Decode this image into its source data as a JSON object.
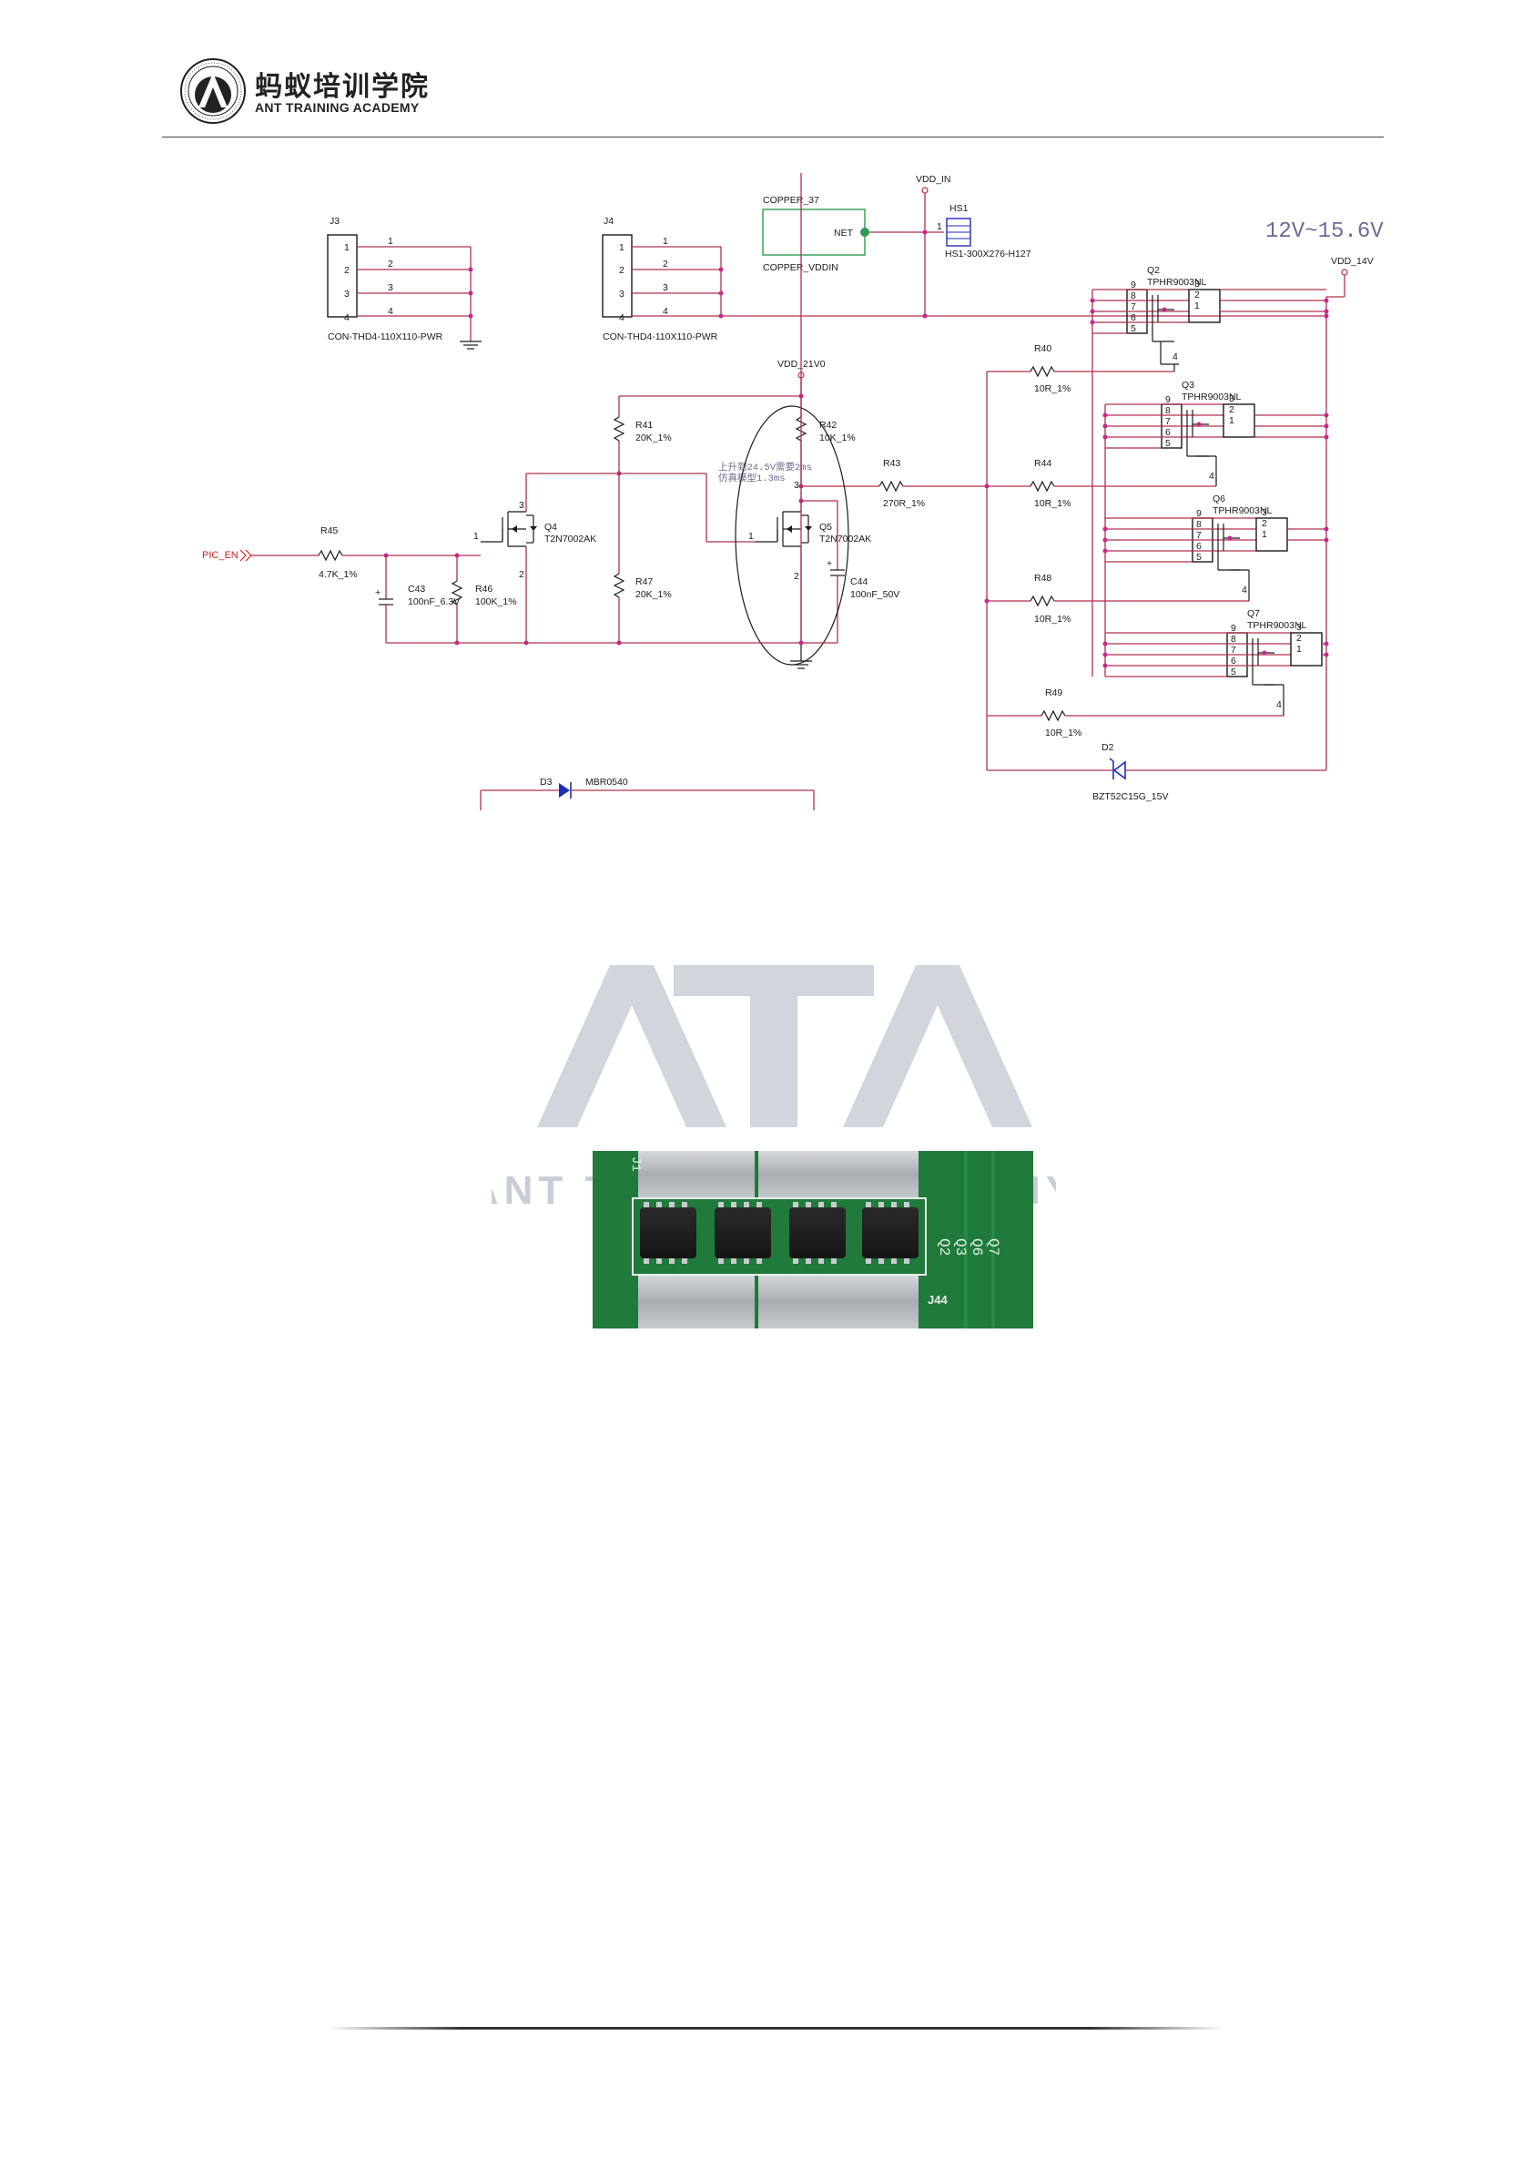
{
  "header": {
    "brand_cn": "蚂蚁培训学院",
    "brand_en": "ANT TRAINING ACADEMY"
  },
  "schematic": {
    "voltage_range": "12V~15.6V",
    "nets": {
      "vdd_in": "VDD_IN",
      "vdd_14v": "VDD_14V",
      "vdd_21v0": "VDD_21V0",
      "pic_en": "PIC_EN",
      "net": "NET"
    },
    "copper": {
      "ref": "COPPER_37",
      "value": "COPPER_VDDIN"
    },
    "heatsink": {
      "ref": "HS1",
      "value": "HS1-300X276-H127",
      "pin": "1"
    },
    "connectors": [
      {
        "ref": "J3",
        "value": "CON-THD4-110X110-PWR",
        "pins": [
          "1",
          "2",
          "3",
          "4"
        ]
      },
      {
        "ref": "J4",
        "value": "CON-THD4-110X110-PWR",
        "pins": [
          "1",
          "2",
          "3",
          "4"
        ]
      }
    ],
    "mosfets": [
      {
        "ref": "Q2",
        "value": "TPHR9003NL"
      },
      {
        "ref": "Q3",
        "value": "TPHR9003NL"
      },
      {
        "ref": "Q6",
        "value": "TPHR9003NL"
      },
      {
        "ref": "Q7",
        "value": "TPHR9003NL"
      }
    ],
    "mosfet_pins_left": [
      "9",
      "8",
      "7",
      "6",
      "5"
    ],
    "mosfet_pins_right": [
      "3",
      "2",
      "1"
    ],
    "mosfet_gate_pin": "4",
    "small_fets": [
      {
        "ref": "Q4",
        "value": "T2N7002AK",
        "pins": [
          "1",
          "2",
          "3"
        ]
      },
      {
        "ref": "Q5",
        "value": "T2N7002AK",
        "pins": [
          "1",
          "2",
          "3"
        ]
      }
    ],
    "resistors": [
      {
        "ref": "R40",
        "value": "10R_1%"
      },
      {
        "ref": "R41",
        "value": "20K_1%"
      },
      {
        "ref": "R42",
        "value": "10K_1%"
      },
      {
        "ref": "R43",
        "value": "270R_1%"
      },
      {
        "ref": "R44",
        "value": "10R_1%"
      },
      {
        "ref": "R45",
        "value": "4.7K_1%"
      },
      {
        "ref": "R46",
        "value": "100K_1%"
      },
      {
        "ref": "R47",
        "value": "20K_1%"
      },
      {
        "ref": "R48",
        "value": "10R_1%"
      },
      {
        "ref": "R49",
        "value": "10R_1%"
      }
    ],
    "capacitors": [
      {
        "ref": "C43",
        "value": "100nF_6.3V"
      },
      {
        "ref": "C44",
        "value": "100nF_50V"
      }
    ],
    "diodes": [
      {
        "ref": "D2",
        "value": "BZT52C15G_15V"
      },
      {
        "ref": "D3",
        "value": "MBR0540"
      }
    ],
    "annotation_line1": "上升到24.5V需要2ms",
    "annotation_line2": "仿真模型1.3ms"
  },
  "watermark": {
    "letters": "ATA",
    "text": "ANT TRAINING ACADEMY"
  },
  "pcb_photo": {
    "labels": [
      "Q2",
      "Q3",
      "Q6",
      "Q7"
    ],
    "connector_label": "J44",
    "edge_label": "J1"
  },
  "colors": {
    "wire": "#b0304e",
    "junction": "#c9258f",
    "diode": "#1e2db8",
    "pcb_green": "#1f7a3c",
    "watermark": "#c9ced6"
  }
}
